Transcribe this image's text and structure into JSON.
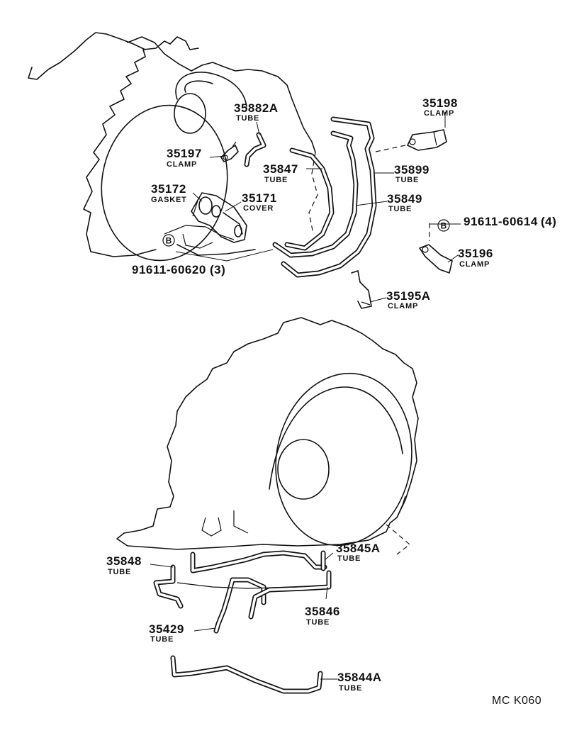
{
  "diagram_id": "MC  K060",
  "callouts": [
    {
      "key": "c35882A",
      "number": "35882A",
      "name": "TUBE"
    },
    {
      "key": "c35197",
      "number": "35197",
      "name": "CLAMP"
    },
    {
      "key": "c35847",
      "number": "35847",
      "name": "TUBE"
    },
    {
      "key": "c35172",
      "number": "35172",
      "name": "GASKET"
    },
    {
      "key": "c35171",
      "number": "35171",
      "name": "COVER"
    },
    {
      "key": "c35198",
      "number": "35198",
      "name": "CLAMP"
    },
    {
      "key": "c35899",
      "number": "35899",
      "name": "TUBE"
    },
    {
      "key": "c35849",
      "number": "35849",
      "name": "TUBE"
    },
    {
      "key": "c35196",
      "number": "35196",
      "name": "CLAMP"
    },
    {
      "key": "c35195A",
      "number": "35195A",
      "name": "CLAMP"
    },
    {
      "key": "c35848",
      "number": "35848",
      "name": "TUBE"
    },
    {
      "key": "c35845A",
      "number": "35845A",
      "name": "TUBE"
    },
    {
      "key": "c35846",
      "number": "35846",
      "name": "TUBE"
    },
    {
      "key": "c35429",
      "number": "35429",
      "name": "TUBE"
    },
    {
      "key": "c35844A",
      "number": "35844A",
      "name": "TUBE"
    }
  ],
  "bolts": [
    {
      "marker": "B",
      "part": "91611-60620",
      "qty": "(3)"
    },
    {
      "marker": "B",
      "part": "91611-60614",
      "qty": "(4)"
    }
  ]
}
